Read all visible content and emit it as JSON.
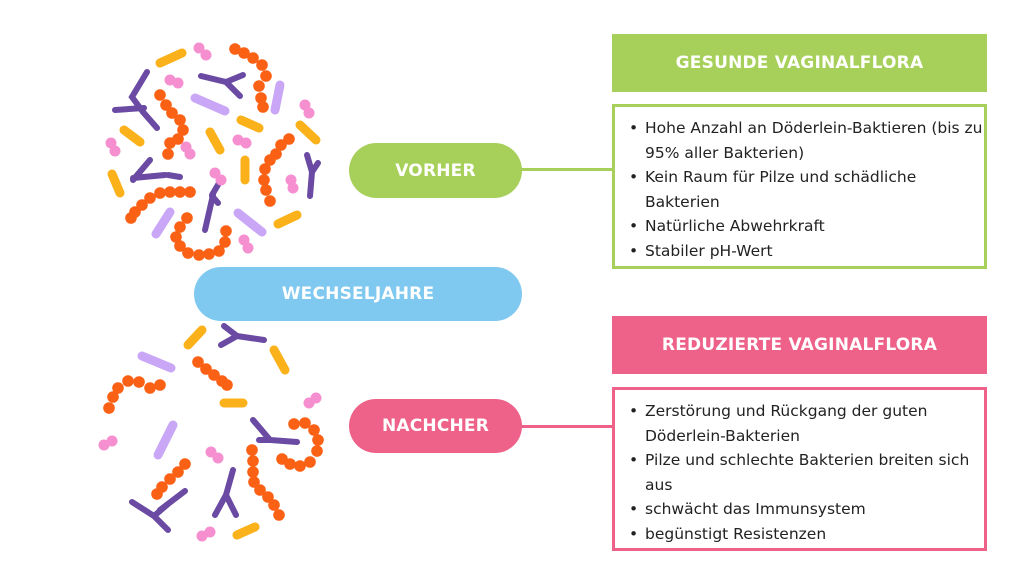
{
  "colors": {
    "green": "#a7d05a",
    "blue": "#7fc8ef",
    "pink": "#ee6289",
    "bacteria_orange": "#fb6115",
    "bacteria_yellow": "#fbb11a",
    "bacteria_purple": "#6a4aa3",
    "bacteria_lavender": "#c9a6f6",
    "bacteria_pink": "#f58fcf"
  },
  "labels": {
    "before": "VORHER",
    "menopause": "WECHSELJAHRE",
    "after": "NACHCHER"
  },
  "healthy": {
    "title": "GESUNDE VAGINALFLORA",
    "items": [
      "Hohe Anzahl an Döderlein-Baktieren (bis zu 95% aller Bakterien)",
      "Kein Raum für Pilze und schädliche Bakterien",
      "Natürliche Abwehrkraft",
      "Stabiler pH-Wert"
    ]
  },
  "reduced": {
    "title": "REDUZIERTE VAGINALFLORA",
    "items": [
      "Zerstörung und Rückgang der guten Döderlein-Bakterien",
      "Pilze und schlechte Bakterien breiten sich aus",
      "schwächt das Immunsystem",
      "begünstigt Resistenzen"
    ]
  },
  "bullet_char": "•",
  "illustrations": {
    "before_icon": "healthy-bacteria-cluster-icon",
    "after_icon": "reduced-bacteria-cluster-icon"
  }
}
